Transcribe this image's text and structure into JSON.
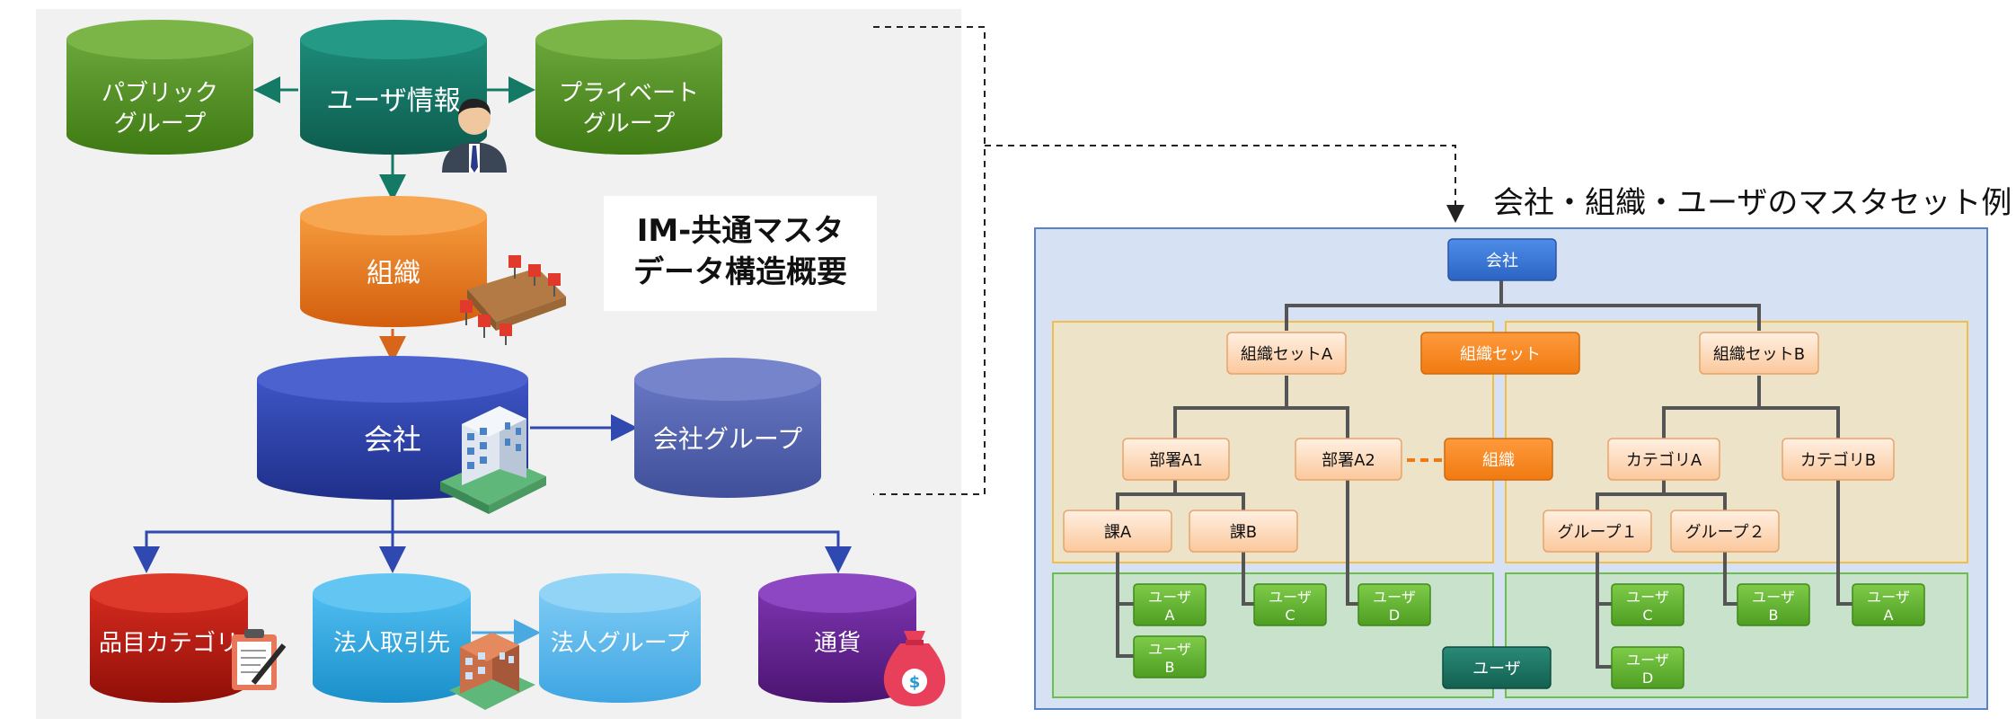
{
  "left_diagram": {
    "title_line1": "IM-共通マスタ",
    "title_line2": "データ構造概要",
    "nodes": {
      "public_group": [
        "パブリック",
        "グループ"
      ],
      "user_info": "ユーザ情報",
      "private_group": [
        "プライベート",
        "グループ"
      ],
      "organization": "組織",
      "company": "会社",
      "company_group": "会社グループ",
      "item_category": "品目カテゴリ",
      "corporate_client": "法人取引先",
      "corporate_group": "法人グループ",
      "currency": "通貨"
    },
    "colors": {
      "green": "#4e8a1e",
      "teal": "#136f5f",
      "orange": "#e5741c",
      "navy": "#2a3f9e",
      "slate_blue": "#4d5ea8",
      "red": "#b3180f",
      "sky": "#2aa3dc",
      "light_sky": "#54b3ea",
      "purple": "#5d1e8a"
    }
  },
  "right_diagram": {
    "title": "会社・組織・ユーザのマスタセット例",
    "company": "会社",
    "org_set_a": "組織セットA",
    "org_set_label": "組織セット",
    "org_set_b": "組織セットB",
    "dept_a1": "部署A1",
    "dept_a2": "部署A2",
    "org_label": "組織",
    "category_a": "カテゴリA",
    "category_b": "カテゴリB",
    "section_a": "課A",
    "section_b": "課B",
    "group_1": "グループ１",
    "group_2": "グループ２",
    "user_word": "ユーザ",
    "user_label": "ユーザ",
    "users_left": [
      "A",
      "C",
      "D",
      "B"
    ],
    "users_right": [
      "C",
      "B",
      "A",
      "D"
    ]
  }
}
